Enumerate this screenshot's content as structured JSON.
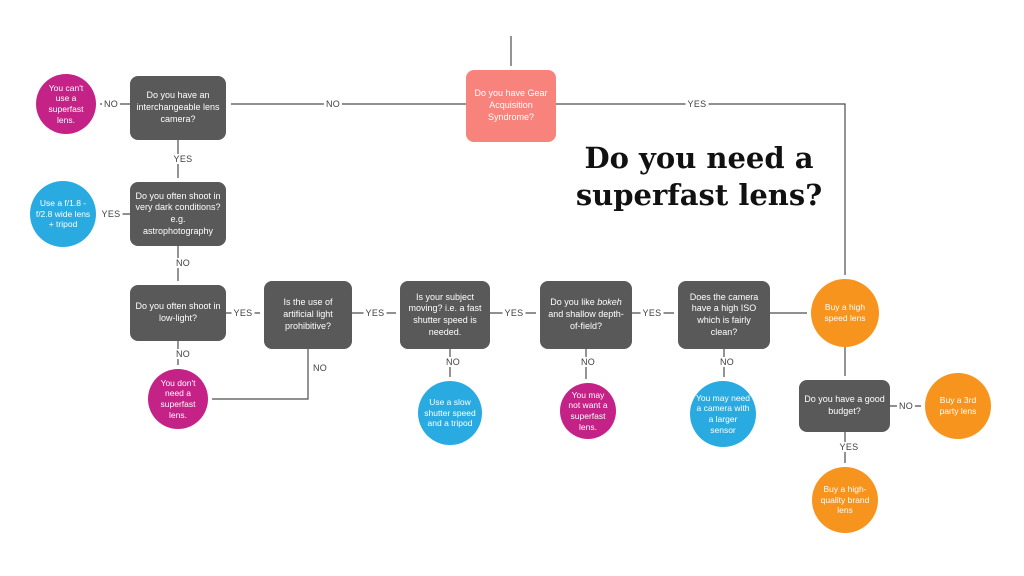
{
  "title": {
    "line1": "Do you need a",
    "line2": "superfast lens?"
  },
  "labels": {
    "yes": "YES",
    "no": "NO"
  },
  "nodes": {
    "start": {
      "text": "Do you have Gear Acquisition Syndrome?"
    },
    "interchangeable": {
      "text": "Do you have an interchangeable lens camera?"
    },
    "cant_use": {
      "text": "You can't use a superfast lens."
    },
    "dark_conditions": {
      "text": "Do you often shoot in very dark conditions? e.g. astrophotography"
    },
    "wide_lens_tripod": {
      "text": "Use a f/1.8 - f/2.8 wide lens + tripod"
    },
    "low_light": {
      "text": "Do you often shoot in low-light?"
    },
    "dont_need": {
      "text": "You don't need a superfast lens."
    },
    "artificial_light": {
      "text": "Is the use of artificial light prohibitive?"
    },
    "subject_moving": {
      "text": "Is your subject moving? i.e. a fast shutter speed is needed."
    },
    "slow_shutter": {
      "text": "Use a slow shutter speed and a tripod"
    },
    "bokeh": {
      "pre": "Do you like ",
      "italic": "bokeh",
      "post": " and shallow depth-of-field?"
    },
    "high_iso": {
      "text": "Does the camera have a high ISO which is fairly clean?"
    },
    "may_not_want": {
      "text": "You may not want a superfast lens."
    },
    "larger_sensor": {
      "text": "You may need a camera with a larger sensor"
    },
    "high_speed": {
      "text": "Buy a high speed lens"
    },
    "budget": {
      "text": "Do you have a good budget?"
    },
    "third_party": {
      "text": "Buy a 3rd party lens"
    },
    "brand_lens": {
      "text": "Buy a high-quality brand lens"
    }
  },
  "colors": {
    "question_box": "#595959",
    "start_box": "#f8837d",
    "stop_magenta": "#c42286",
    "info_blue": "#29abe2",
    "buy_orange": "#f7941e",
    "connector": "#4d4d4d"
  }
}
